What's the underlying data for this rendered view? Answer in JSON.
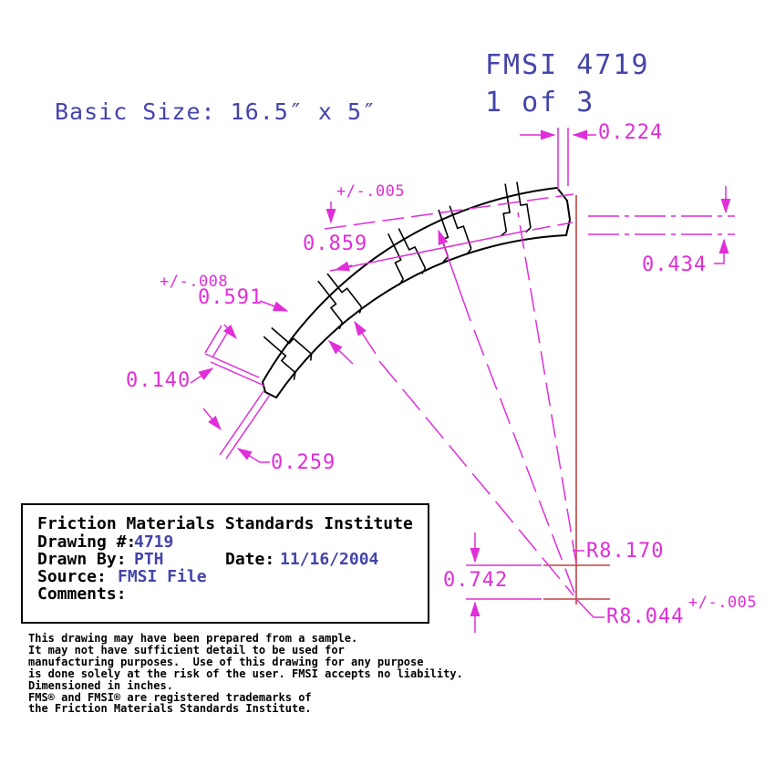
{
  "header": {
    "basic_size": "Basic Size: 16.5″ x 5″",
    "drawing_id": "FMSI 4719",
    "sheet": "1 of 3"
  },
  "dims": {
    "d224": "0.224",
    "d434": "0.434",
    "tol005_top": "+/-.005",
    "d859": "0.859",
    "tol008": "+/-.008",
    "d591": "0.591",
    "d140": "0.140",
    "d259": "0.259",
    "r_outer": "R8.170",
    "d742": "0.742",
    "r_inner": "R8.044",
    "tol005_bottom": "+/-.005"
  },
  "title_block": {
    "institute": "Friction Materials Standards Institute",
    "drawing_label": "Drawing #:",
    "drawing_number": "4719",
    "drawn_label": "Drawn By:",
    "drawn_by": "PTH",
    "date_label": "Date:",
    "date_value": "11/16/2004",
    "source_label": "Source:",
    "source_value": "FMSI File",
    "comments_label": "Comments:"
  },
  "disclaimer": {
    "line1": "This drawing may have been prepared from a sample.",
    "line2": "It may not have sufficient detail to be used for",
    "line3": "manufacturing purposes.  Use of this drawing for any purpose",
    "line4": "is done solely at the risk of the user. FMSI accepts no liability.",
    "line5": "Dimensioned in inches.",
    "line6": "FMS® and FMSI® are registered trademarks of",
    "line7": "the Friction Materials Standards Institute."
  },
  "palette": {
    "dimension_magenta": "#E02ED8",
    "annotation_blue": "#4444AA",
    "centerline_red": "#C14242",
    "profile_black": "#000000"
  }
}
